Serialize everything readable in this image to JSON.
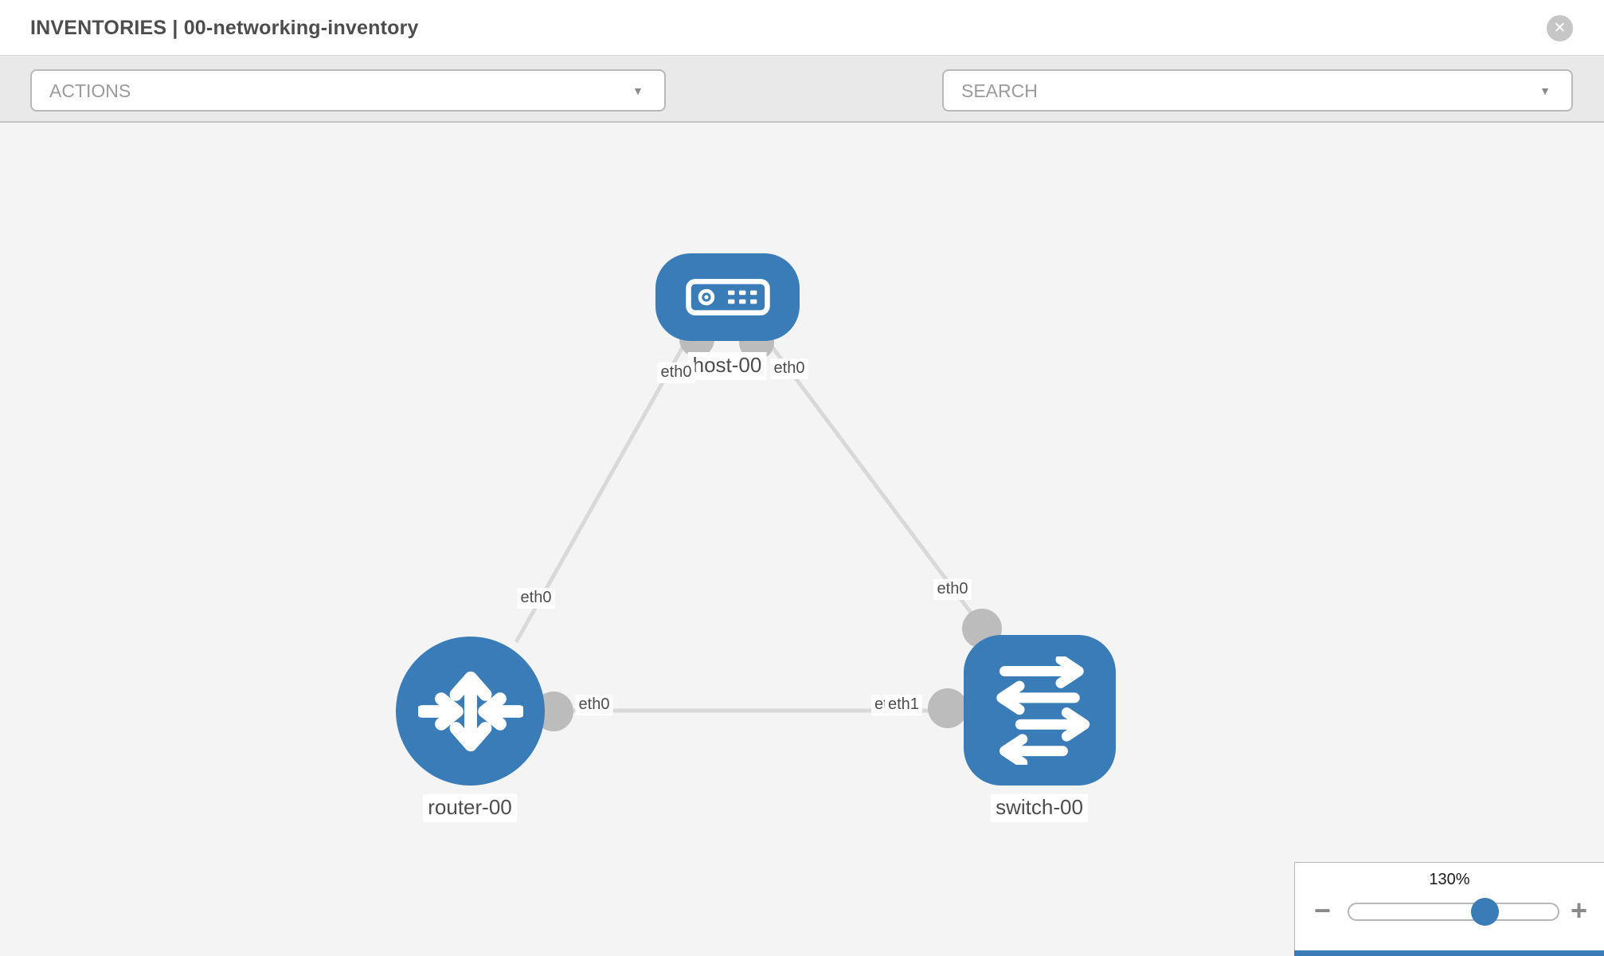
{
  "header": {
    "title": "INVENTORIES | 00-networking-inventory"
  },
  "toolbar": {
    "actions_label": "ACTIONS",
    "search_placeholder": "SEARCH"
  },
  "icons": {
    "close_glyph": "✕",
    "caret_glyph": "▼",
    "minus_glyph": "−",
    "plus_glyph": "+",
    "toolbar_icons": [
      "wrench-icon",
      "key-icon"
    ]
  },
  "colors": {
    "node_blue": "#3a7cb8",
    "link_gray": "#d9d9d9",
    "endpoint_gray": "#bcbcbc",
    "canvas_bg": "#f4f4f4",
    "toolbar_bg": "#e9e9e9"
  },
  "topology": {
    "nodes": [
      {
        "label": "host-00",
        "type": "host"
      },
      {
        "label": "router-00",
        "type": "router"
      },
      {
        "label": "switch-00",
        "type": "switch"
      }
    ],
    "links": [
      {
        "from": "host-00",
        "from_port": "eth0",
        "to": "router-00",
        "to_port": "eth0"
      },
      {
        "from": "host-00",
        "from_port": "eth0",
        "to": "switch-00",
        "to_port": "eth0"
      },
      {
        "from": "router-00",
        "from_port": "eth0",
        "to": "switch-00",
        "to_port": "eth1"
      }
    ],
    "port_badges": [
      {
        "text": "eth0"
      },
      {
        "text": "eth0"
      },
      {
        "text": "eth0"
      },
      {
        "text": "eth0"
      },
      {
        "text": "eth0"
      },
      {
        "text": "eth0"
      },
      {
        "text": "eth1"
      }
    ]
  },
  "zoom_control": {
    "level": "130%"
  }
}
